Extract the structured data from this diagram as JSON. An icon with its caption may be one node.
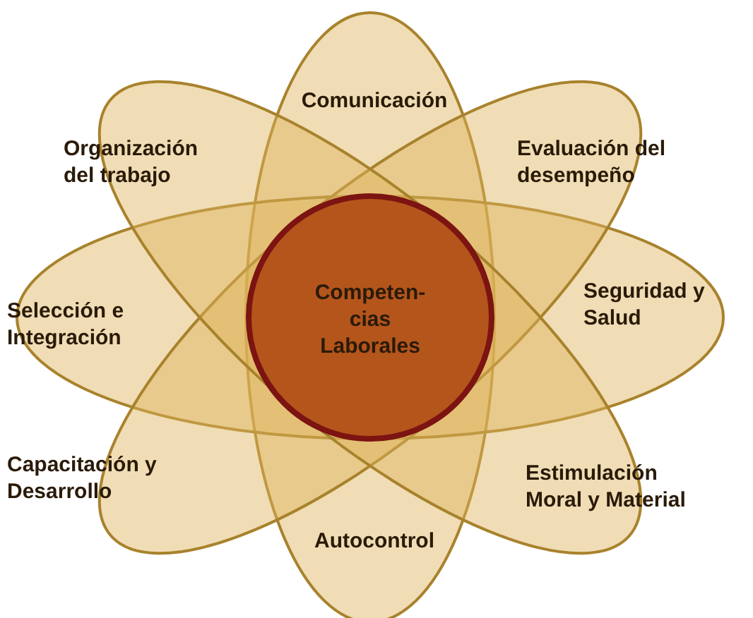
{
  "diagram": {
    "nodes": [
      {
        "text": [
          "Comunicación",
          "Autocontrol"
        ]
      },
      {
        "text": [
          "Selección e Integración",
          "Seguridad y Salud"
        ]
      },
      {
        "text": [
          "Evaluación del desempeño",
          "Capacitación y Desarrollo"
        ]
      },
      {
        "text": [
          "Organización del trabajo",
          "Estimulación Moral y Material"
        ]
      },
      {
        "text": [
          "Competen-cias Laborales"
        ]
      }
    ]
  }
}
